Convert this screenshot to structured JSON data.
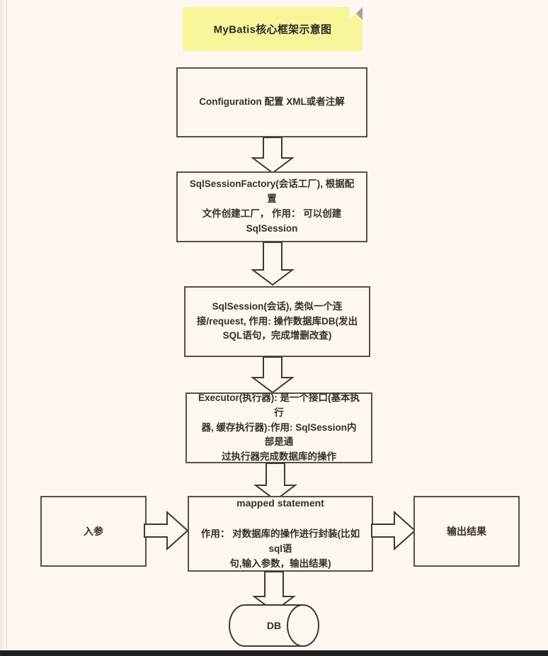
{
  "title_note": {
    "label": "MyBatis核心框架示意图",
    "background": "#f7f59a",
    "fold_color": "#a6a09b"
  },
  "canvas": {
    "background": "#fdf6f1",
    "border_color": "#585049",
    "text_color": "#36302b"
  },
  "nodes": {
    "configuration": {
      "text": "Configuration 配置 XML或者注解"
    },
    "sql_session_factory": {
      "text": "SqlSessionFactory(会话工厂), 根据配置\n文件创建工厂， 作用： 可以创建\nSqlSession"
    },
    "sql_session": {
      "text": "SqlSession(会话), 类似一个连\n接/request, 作用: 操作数据库DB(发出\nSQL语句，完成增删改查)"
    },
    "executor": {
      "text": "Executor(执行器): 是一个接口(基本执行\n器, 缓存执行器):作用: SqlSession内部是通\n过执行器完成数据库的操作"
    },
    "mapped_statement": {
      "title": "mapped statement",
      "subtitle": "作用： 对数据库的操作进行封装(比如sql语\n句,输入参数，输出结果)"
    },
    "input_params": {
      "text": "入参"
    },
    "output_result": {
      "text": "输出结果"
    },
    "database": {
      "text": "DB"
    }
  },
  "connectors": {
    "config_to_factory": "down-block-arrow",
    "factory_to_session": "down-block-arrow",
    "session_to_executor": "down-block-arrow",
    "executor_to_mapped": "down-block-arrow",
    "input_to_mapped": "right-block-arrow",
    "mapped_to_output": "right-block-arrow",
    "mapped_to_db": "down-block-arrow"
  }
}
